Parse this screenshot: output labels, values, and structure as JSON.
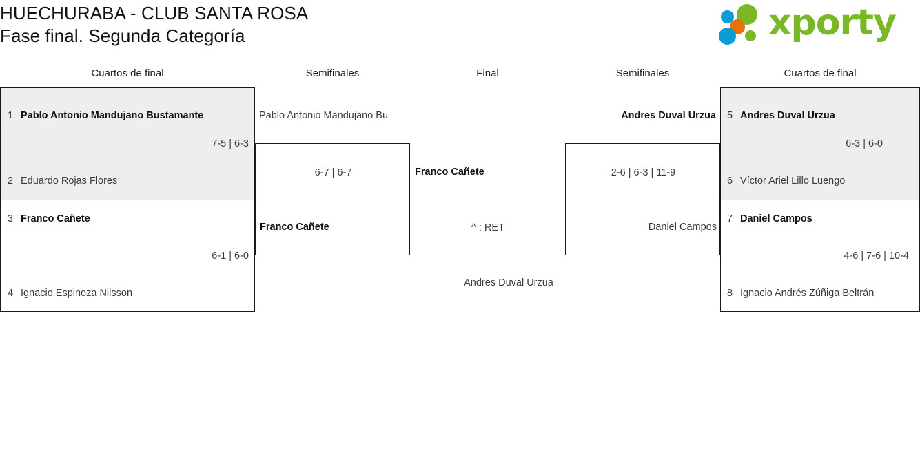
{
  "header": {
    "tournament": "HUECHURABA - CLUB SANTA ROSA",
    "stage": "Fase final. Segunda Categoría",
    "logo_text": "xporty",
    "logo_colors": {
      "green": "#7ab828",
      "blue": "#0e9ad8",
      "orange": "#e8700a"
    }
  },
  "rounds": [
    {
      "label": "Cuartos de final"
    },
    {
      "label": "Semifinales"
    },
    {
      "label": "Final"
    },
    {
      "label": "Semifinales"
    },
    {
      "label": "Cuartos de final"
    }
  ],
  "bracket": {
    "left_quarterfinals": [
      {
        "shaded": true,
        "top_seed": "1",
        "top_player": "Pablo Antonio Mandujano Bustamante",
        "top_winner": true,
        "score": "7-5 | 6-3",
        "bottom_seed": "2",
        "bottom_player": "Eduardo Rojas Flores",
        "bottom_winner": false
      },
      {
        "shaded": false,
        "top_seed": "3",
        "top_player": "Franco Cañete",
        "top_winner": true,
        "score": "6-1 | 6-0",
        "bottom_seed": "4",
        "bottom_player": "Ignacio Espinoza Nilsson",
        "bottom_winner": false
      }
    ],
    "left_semifinal": {
      "top_player": "Pablo Antonio Mandujano Bu",
      "top_winner": false,
      "score": "6-7 | 6-7",
      "bottom_player": "Franco Cañete",
      "bottom_winner": true
    },
    "final": {
      "top_player": "Franco Cañete",
      "top_winner": true,
      "score": "^ : RET",
      "bottom_player": "Andres Duval Urzua",
      "bottom_winner": false
    },
    "right_semifinal": {
      "top_player": "Andres Duval Urzua",
      "top_winner": true,
      "score": "2-6 | 6-3 | 11-9",
      "bottom_player": "Daniel Campos",
      "bottom_winner": false
    },
    "right_quarterfinals": [
      {
        "shaded": true,
        "top_seed": "5",
        "top_player": "Andres Duval Urzua",
        "top_winner": true,
        "score": "6-3 | 6-0",
        "bottom_seed": "6",
        "bottom_player": "Víctor Ariel Lillo Luengo",
        "bottom_winner": false
      },
      {
        "shaded": false,
        "top_seed": "7",
        "top_player": "Daniel Campos",
        "top_winner": true,
        "score": "4-6 | 7-6 | 10-4",
        "bottom_seed": "8",
        "bottom_player": "Ignacio Andrés Zúñiga Beltrán",
        "bottom_winner": false
      }
    ]
  }
}
